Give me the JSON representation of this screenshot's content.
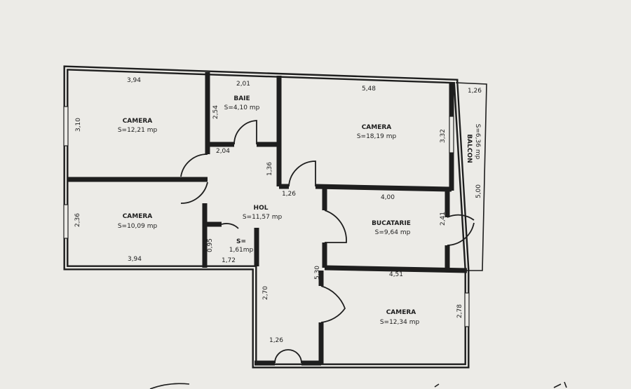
{
  "rooms": [
    {
      "name": "CAMERA",
      "area": "S=12,21 mp"
    },
    {
      "name": "BAIE",
      "area": "S=4,10 mp"
    },
    {
      "name": "CAMERA",
      "area": "S=18,19 mp"
    },
    {
      "name": "BALCON",
      "area": "S=6,36 mp"
    },
    {
      "name": "CAMERA",
      "area": "S=10,09 mp"
    },
    {
      "name": "HOL",
      "area": "S=11,57 mp"
    },
    {
      "name": "S=",
      "area": "1,61mp"
    },
    {
      "name": "BUCATARIE",
      "area": "S=9,64 mp"
    },
    {
      "name": "CAMERA",
      "area": "S=12,34 mp"
    }
  ],
  "dimensions": {
    "d394_top": "3,94",
    "d201": "2,01",
    "d548": "5,48",
    "d126_balcony": "1,26",
    "d310": "3,10",
    "d254": "2,54",
    "d332": "3,32",
    "d204": "2,04",
    "d136": "1,36",
    "d126_mid": "1,26",
    "d400": "4,00",
    "d500": "5,00",
    "d236": "2,36",
    "d241": "2,41",
    "d095": "0,95",
    "d394_bottom": "3,94",
    "d172": "1,72",
    "d530": "5,30",
    "d451": "4,51",
    "d270": "2,70",
    "d278": "2,78",
    "d126_bottom": "1,26"
  }
}
